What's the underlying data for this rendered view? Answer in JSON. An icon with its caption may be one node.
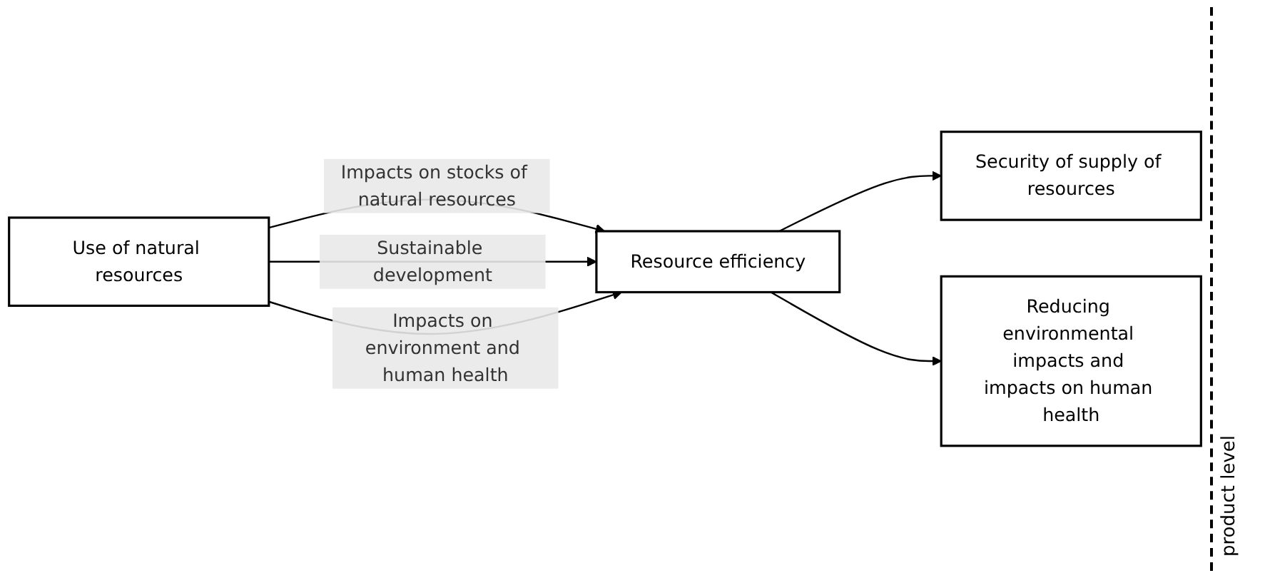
{
  "diagram": {
    "nodes": [
      {
        "text": [
          "Use of natural resources"
        ]
      },
      {
        "text": [
          "Resource efficiency"
        ]
      },
      {
        "text": [
          "Security of supply of resources"
        ]
      },
      {
        "text": [
          "Reducing environmental impacts and impacts on human health"
        ]
      }
    ],
    "edges": [
      {
        "from": 0,
        "to": 1,
        "arrow": "to",
        "label": "Impacts on stocks of natural resources"
      },
      {
        "from": 0,
        "to": 1,
        "arrow": "to",
        "label": "Sustainable development"
      },
      {
        "from": 0,
        "to": 1,
        "arrow": "to",
        "label": "Impacts on environment and human health"
      },
      {
        "from": 1,
        "to": 2,
        "arrow": "to"
      },
      {
        "from": 1,
        "to": 3,
        "arrow": "to"
      }
    ],
    "labels": [
      "product level"
    ]
  }
}
